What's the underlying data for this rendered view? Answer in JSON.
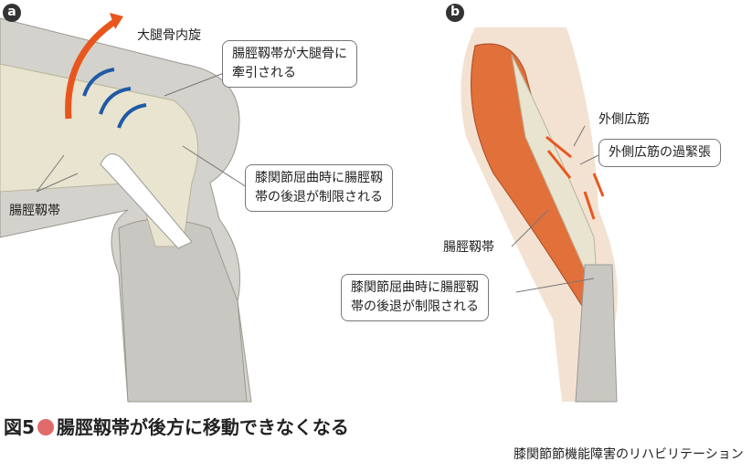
{
  "panel_a": {
    "badge": "a",
    "rotation_label": "大腿骨内旋",
    "callout_1": [
      "腸脛靱帯が大腿骨に",
      "牽引される"
    ],
    "callout_2": [
      "膝関節屈曲時に腸脛靱",
      "帯の後退が制限される"
    ],
    "itb_label": "腸脛靱帯"
  },
  "panel_b": {
    "badge": "b",
    "vastus_label": "外側広筋",
    "callout_tension": "外側広筋の過緊張",
    "itb_label": "腸脛靱帯",
    "callout_2": [
      "膝関節屈曲時に腸脛靱",
      "帯の後退が制限される"
    ]
  },
  "caption": {
    "figure": "図5",
    "title": "腸脛靱帯が後方に移動できなくなる"
  },
  "credit": "膝関節節機能障害のリハビリテーション",
  "colors": {
    "arrow_orange": "#e8561e",
    "arrow_blue": "#1f5aa6",
    "bone": "#d4d2cc",
    "ligament": "#e9e4cf",
    "muscle": "#e2703a",
    "dot": "#e06a6a"
  }
}
